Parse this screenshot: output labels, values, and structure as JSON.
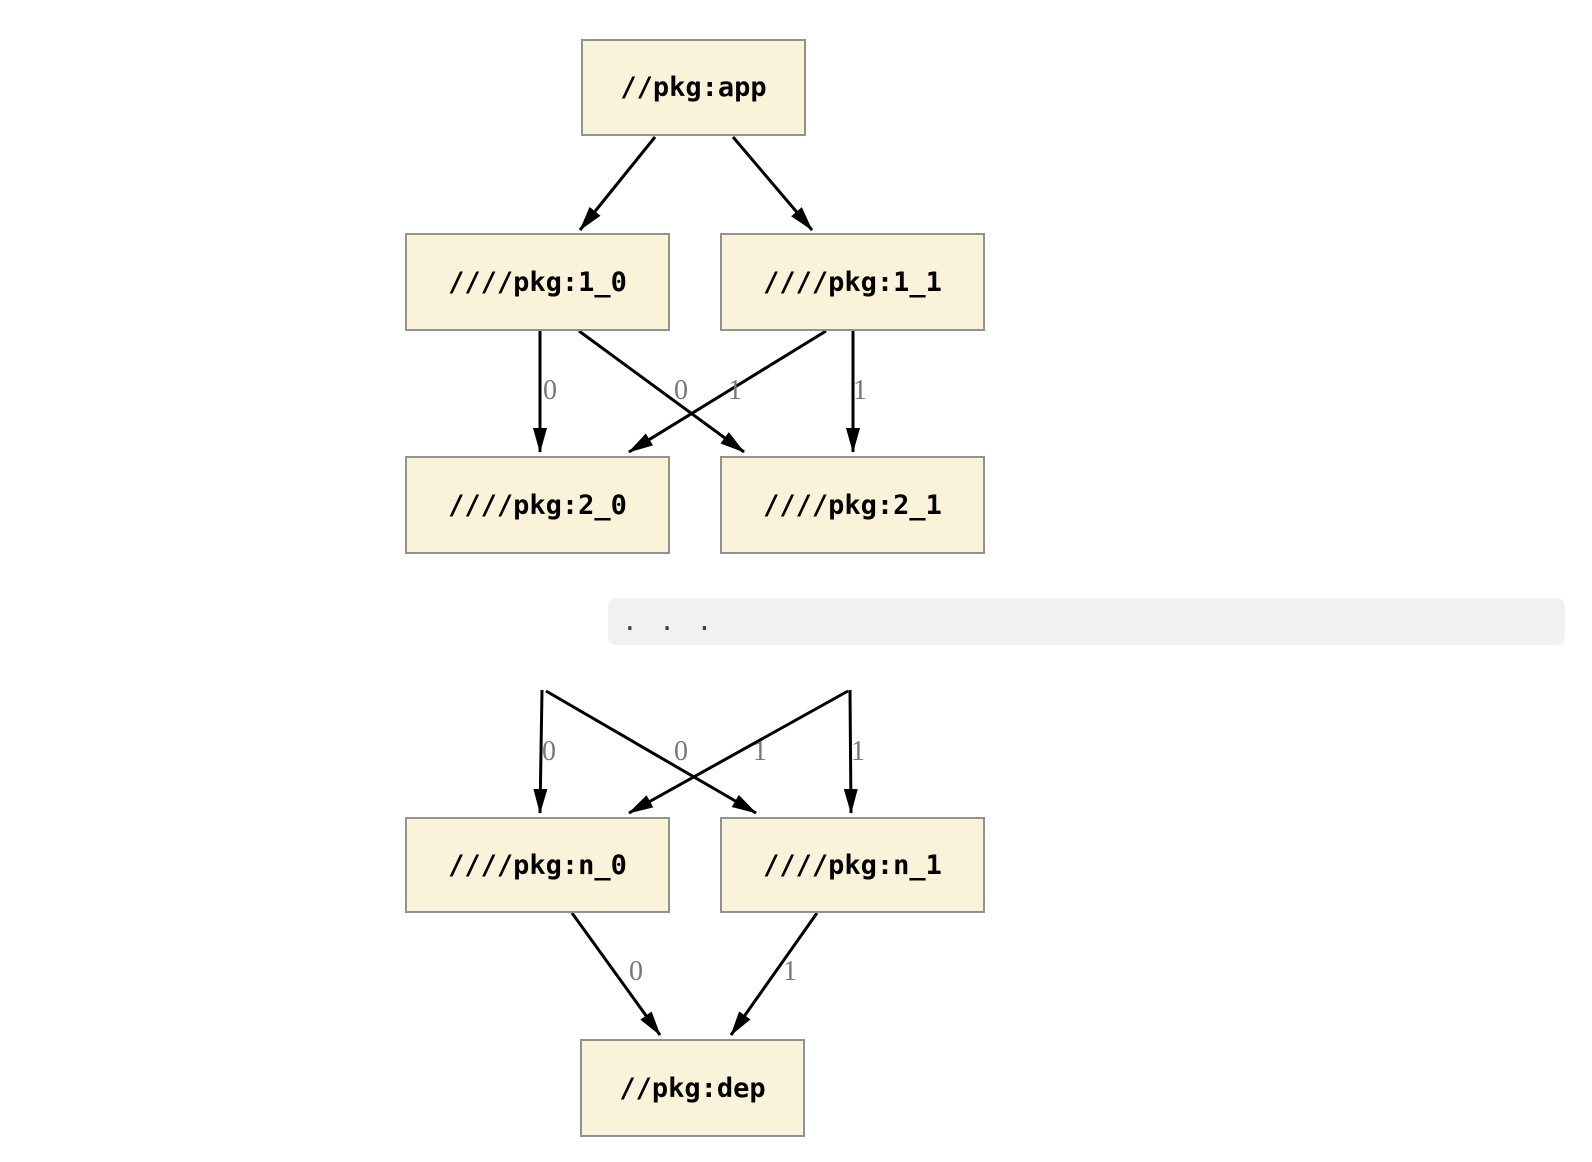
{
  "figure": "package-dependency-graph",
  "colors": {
    "node_fill": "#fbf3d9",
    "node_border": "#8f948f",
    "edge": "#000000",
    "edge_label": "#777777",
    "separator_bg": "#f1f1f1",
    "separator_text": "#3c3c3c",
    "node_text": "#000000",
    "background": "#ffffff"
  },
  "graph1": {
    "nodes": {
      "app": "//pkg:app",
      "n1_0": "////pkg:1_0",
      "n1_1": "////pkg:1_1",
      "n2_0": "////pkg:2_0",
      "n2_1": "////pkg:2_1"
    },
    "edges": [
      {
        "from": "app",
        "to": "n1_0",
        "label": ""
      },
      {
        "from": "app",
        "to": "n1_1",
        "label": ""
      },
      {
        "from": "n1_0",
        "to": "n2_0",
        "label": "0"
      },
      {
        "from": "n1_1",
        "to": "n2_0",
        "label": "0"
      },
      {
        "from": "n1_0",
        "to": "n2_1",
        "label": "1"
      },
      {
        "from": "n1_1",
        "to": "n2_1",
        "label": "1"
      }
    ]
  },
  "separator": {
    "text": ". . ."
  },
  "graph2": {
    "nodes": {
      "n_0": "////pkg:n_0",
      "n_1": "////pkg:n_1",
      "dep": "//pkg:dep"
    },
    "edges": [
      {
        "from": "prev_left",
        "to": "n_0",
        "label": "0"
      },
      {
        "from": "prev_right",
        "to": "n_0",
        "label": "0"
      },
      {
        "from": "prev_left",
        "to": "n_1",
        "label": "1"
      },
      {
        "from": "prev_right",
        "to": "n_1",
        "label": "1"
      },
      {
        "from": "n_0",
        "to": "dep",
        "label": "0"
      },
      {
        "from": "n_1",
        "to": "dep",
        "label": "1"
      }
    ]
  }
}
